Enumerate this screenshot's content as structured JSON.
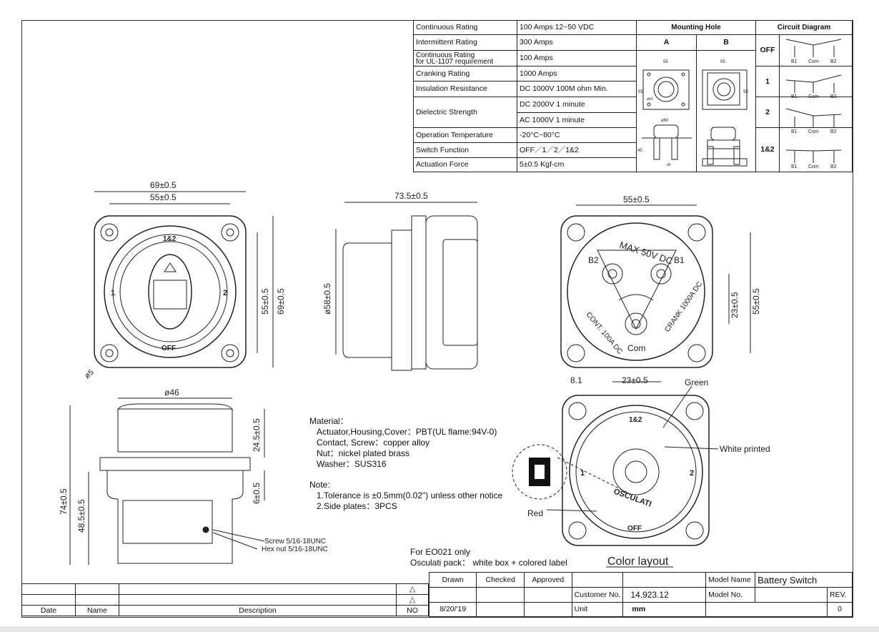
{
  "specs": {
    "rows": [
      {
        "label": "Continuous Rating",
        "value": "100 Amps 12~50 VDC"
      },
      {
        "label": "Intermittent Rating",
        "value": "300 Amps"
      },
      {
        "label": "Continuous Rating\nfor UL-1107 requirement",
        "label1": "Continuous Rating",
        "label2": "for UL-1107 requirement",
        "value": "100 Amps"
      },
      {
        "label": "Cranking Rating",
        "value": "1000 Amps"
      },
      {
        "label": "Insulation Resistance",
        "value": "DC 1000V 100M ohm Min."
      },
      {
        "label": "Dielectric Strength",
        "value": "DC 2000V 1 minute",
        "value2": "AC 1000V 1 minute"
      },
      {
        "label": "Operation Temperature",
        "value": "-20°C~80°C"
      },
      {
        "label": "Switch Function",
        "value": "OFF／1／2／1&2"
      },
      {
        "label": "Actuation Force",
        "value": "5±0.5 Kgf-cm"
      }
    ],
    "mounting_hole": "Mounting Hole",
    "col_a": "A",
    "col_b": "B",
    "mh_dims": {
      "w": "55",
      "h": "55",
      "dia": "ø60",
      "dia2": "ø60",
      "depth": "45",
      "hole": "ø5"
    },
    "circuit_diagram": "Circuit Diagram",
    "circuit_states": [
      "OFF",
      "1",
      "2",
      "1&2"
    ],
    "terminals": [
      "B1",
      "Com",
      "B2"
    ]
  },
  "front_view": {
    "w_outer": "69±0.5",
    "w_inner": "55±0.5",
    "h_inner": "55±0.5",
    "h_outer": "69±0.5",
    "hole": "ø5",
    "pos_12": "1&2",
    "pos_1": "1",
    "pos_2": "2",
    "pos_off": "OFF"
  },
  "side_view": {
    "length": "73.5±0.5",
    "dia": "ø58±0.5"
  },
  "rear_view": {
    "width": "55±0.5",
    "height": "55±0.5",
    "term_h": "23±0.5",
    "term_w": "23±0.5",
    "offset": "8.1",
    "max": "MAX 50V DC",
    "b1": "B1",
    "b2": "B2",
    "com": "Com",
    "cont": "CONT. 100A DC",
    "crank": "CRANK 1000A DC"
  },
  "bottom_view": {
    "dia": "ø46",
    "knob_h": "24.5±0.5",
    "total_h": "74±0.5",
    "body_h": "48.5±0.5",
    "plate": "6±0.5",
    "screw": "Screw 5/16-18UNC",
    "nut": "Hex nut  5/16-18UNC"
  },
  "material": {
    "title": "Material：",
    "lines": [
      "Actuator,Housing,Cover：PBT(UL flame:94V-0)",
      "Contact, Screw：copper alloy",
      "Nut：nickel plated brass",
      "Washer：SUS316"
    ],
    "note_title": "Note:",
    "notes": [
      "1.Tolerance is ±0.5mm(0.02\") unless other notice",
      "2.Side plates：3PCS"
    ]
  },
  "color_layout": {
    "green": "Green",
    "white": "White printed",
    "red": "Red",
    "pos_12": "1&2",
    "pos_1": "1",
    "pos_2": "2",
    "pos_off": "OFF",
    "brand": "OSCULATI",
    "title": "Color layout",
    "colors": {
      "green": "#2e8b57",
      "red": "#c62828"
    }
  },
  "pack": {
    "line1": "For EO021 only",
    "line2": "Osculati pack： white box + colored label"
  },
  "title_block": {
    "date": "Date",
    "name": "Name",
    "description": "Description",
    "no": "NO",
    "rev_mark": "△",
    "drawn": "Drawn",
    "checked": "Checked",
    "approved": "Approved",
    "drawn_date": "8/20/'19",
    "customer_no_label": "Customer No.",
    "customer_no": "14.923.12",
    "unit_label": "Unit",
    "unit": "mm",
    "model_name_label": "Model Name",
    "model_name": "Battery Switch",
    "model_no_label": "Model No.",
    "rev_label": "REV.",
    "rev": "0"
  }
}
